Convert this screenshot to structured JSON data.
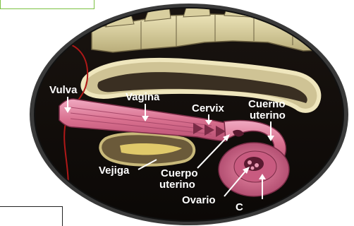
{
  "diagram": {
    "labels": {
      "vulva": "Vulva",
      "vagina": "Vagina",
      "cervix": "Cervix",
      "cuerno_line1": "Cuerno",
      "cuerno_line2": "uterino",
      "vejiga": "Vejiga",
      "cuerpo_line1": "Cuerpo",
      "cuerpo_line2": "uterino",
      "ovario": "Ovario",
      "partial": "C"
    }
  }
}
